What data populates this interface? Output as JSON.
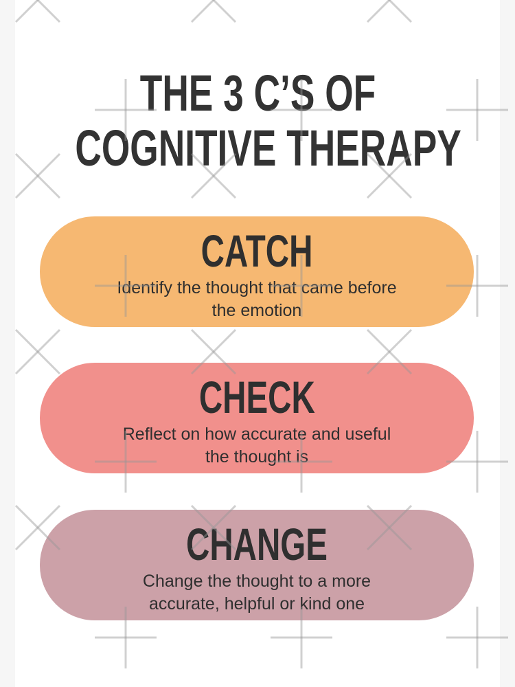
{
  "title": {
    "line1": "THE 3 C’S OF",
    "line2": "COGNITIVE THERAPY"
  },
  "steps": [
    {
      "heading": "CATCH",
      "description": "Identify the thought that came before the emotion",
      "color": "#f6b872"
    },
    {
      "heading": "CHECK",
      "description": "Reflect on how accurate and useful the thought is",
      "color": "#f1908c"
    },
    {
      "heading": "CHANGE",
      "description": "Change the thought to a more accurate, helpful or kind one",
      "color": "#cca1a8"
    }
  ]
}
